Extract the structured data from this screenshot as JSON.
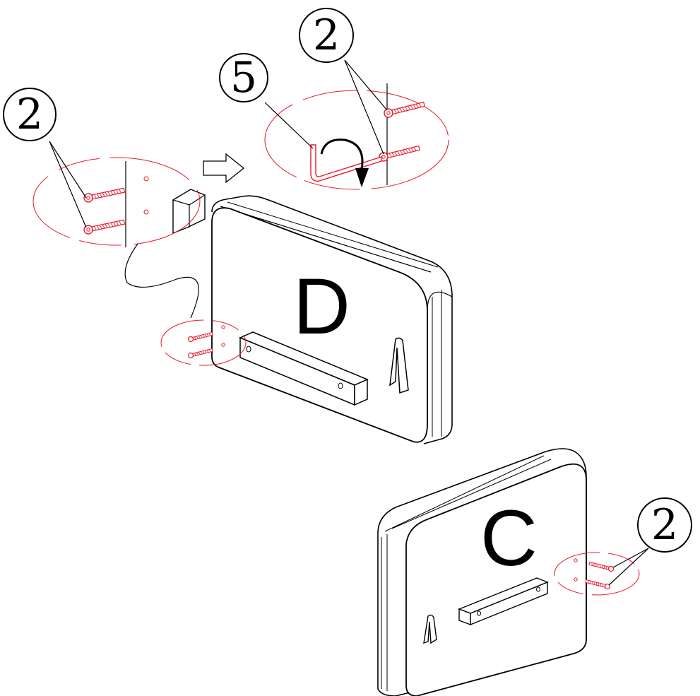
{
  "colors": {
    "line": "#000000",
    "hardware": "#e8192c",
    "fill": "#ffffff"
  },
  "callouts": [
    {
      "id": "c1",
      "label": "2"
    },
    {
      "id": "c2",
      "label": "5"
    },
    {
      "id": "c3",
      "label": "2"
    },
    {
      "id": "c4",
      "label": "2"
    }
  ],
  "panels": [
    {
      "id": "D",
      "label": "D"
    },
    {
      "id": "C",
      "label": "C"
    }
  ],
  "icons": [
    "outline-arrow-icon",
    "rotate-arrow-icon",
    "hex-key-icon",
    "screw-icon"
  ]
}
